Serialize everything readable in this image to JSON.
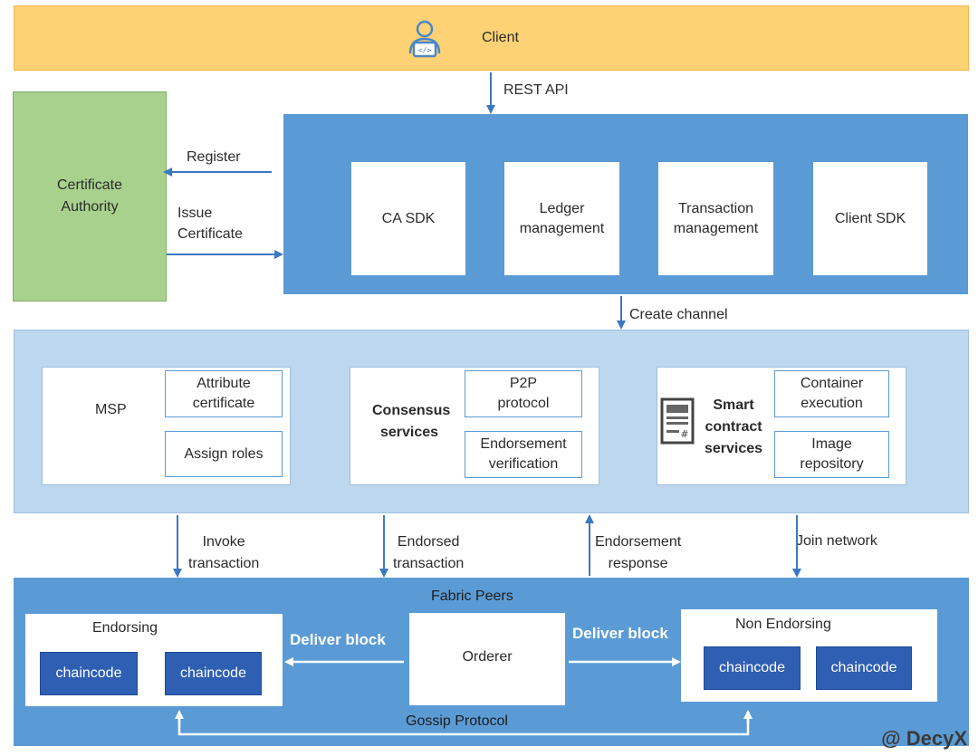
{
  "client": {
    "label": "Client",
    "icon": "user-laptop-icon"
  },
  "rest_api": "REST API",
  "certificate_authority": "Certificate\nAuthority",
  "register": "Register",
  "issue_certificate": "Issue\nCertificate",
  "sdk": {
    "ca_sdk": "CA SDK",
    "ledger": "Ledger\nmanagement",
    "transaction": "Transaction\nmanagement",
    "client_sdk": "Client SDK"
  },
  "create_channel": "Create channel",
  "msp": {
    "title": "MSP",
    "attribute": "Attribute\ncertificate",
    "assign": "Assign roles"
  },
  "consensus": {
    "title": "Consensus\nservices",
    "p2p": "P2P\nprotocol",
    "endorsement_verification": "Endorsement\nverification"
  },
  "smart_contract": {
    "title": "Smart\ncontract\nservices",
    "icon": "contract-document-icon",
    "container": "Container\nexecution",
    "image_repo": "Image\nrepository"
  },
  "flows": {
    "invoke": "Invoke\ntransaction",
    "endorsed": "Endorsed\ntransaction",
    "endorsement_response": "Endorsement\nresponse",
    "join": "Join network"
  },
  "peers": {
    "title": "Fabric Peers",
    "endorsing": "Endorsing",
    "non_endorsing": "Non Endorsing",
    "orderer": "Orderer",
    "deliver_left": "Deliver block",
    "deliver_right": "Deliver block",
    "gossip": "Gossip Protocol",
    "chaincode": [
      "chaincode",
      "chaincode",
      "chaincode",
      "chaincode"
    ]
  },
  "watermark": "@ DecyX",
  "colors": {
    "client_bar": "#fdd275",
    "certificate_authority": "#a9d18e",
    "sdk_panel": "#5b9bd5",
    "services_panel": "#bdd7ee",
    "chaincode": "#2f5fb3"
  }
}
